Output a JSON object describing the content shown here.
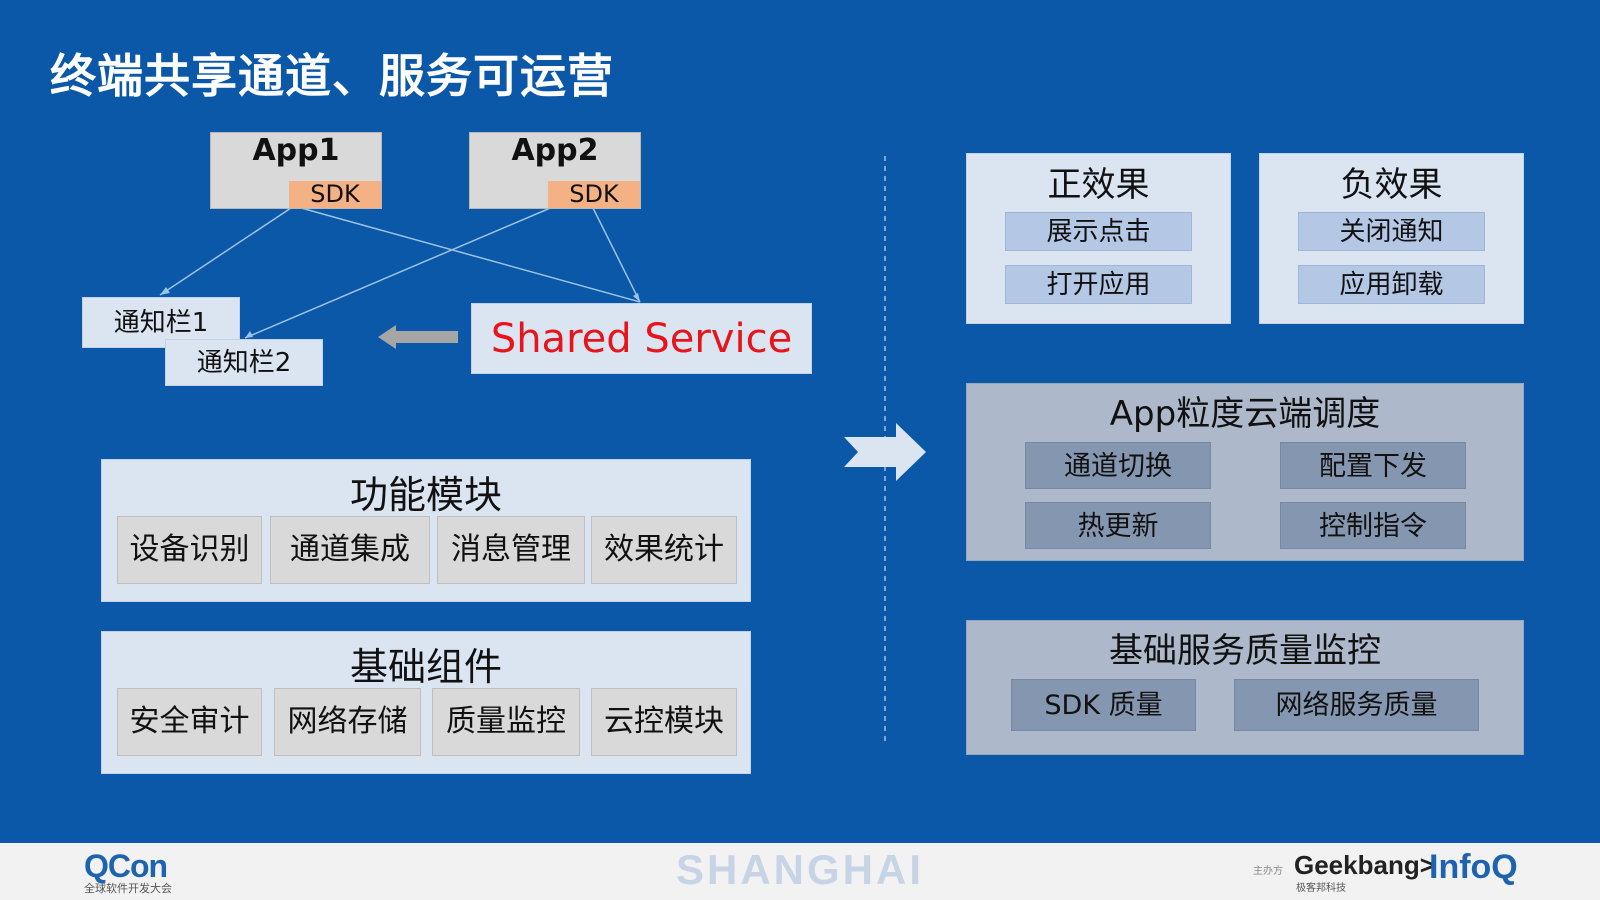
{
  "title": "终端共享通道、服务可运营",
  "left": {
    "apps": [
      {
        "name": "App1",
        "sdk": "SDK"
      },
      {
        "name": "App2",
        "sdk": "SDK"
      }
    ],
    "notification_bars": [
      "通知栏1",
      "通知栏2"
    ],
    "shared_service": "Shared Service",
    "function_modules": {
      "title": "功能模块",
      "items": [
        "设备识别",
        "通道集成",
        "消息管理",
        "效果统计"
      ]
    },
    "base_components": {
      "title": "基础组件",
      "items": [
        "安全审计",
        "网络存储",
        "质量监控",
        "云控模块"
      ]
    }
  },
  "right": {
    "positive": {
      "title": "正效果",
      "items": [
        "展示点击",
        "打开应用"
      ]
    },
    "negative": {
      "title": "负效果",
      "items": [
        "关闭通知",
        "应用卸载"
      ]
    },
    "scheduling": {
      "title": "App粒度云端调度",
      "items": [
        "通道切换",
        "配置下发",
        "热更新",
        "控制指令"
      ]
    },
    "monitoring": {
      "title": "基础服务质量监控",
      "items": [
        "SDK 质量",
        "网络服务质量"
      ]
    }
  },
  "footer": {
    "qcon": "QCon",
    "qcon_sub": "全球软件开发大会",
    "city": "SHANGHAI",
    "host_label": "主办方",
    "geekbang": "Geekbang>",
    "geekbang_sub": "极客邦科技",
    "infoq": "InfoQ"
  },
  "colors": {
    "background": "#0b57a8",
    "sdk": "#f4b183",
    "light_box": "#dbe5f1",
    "shared_text": "#e8141b",
    "gray_panel": "#adb9ca",
    "gray_chip": "#8496b0"
  }
}
